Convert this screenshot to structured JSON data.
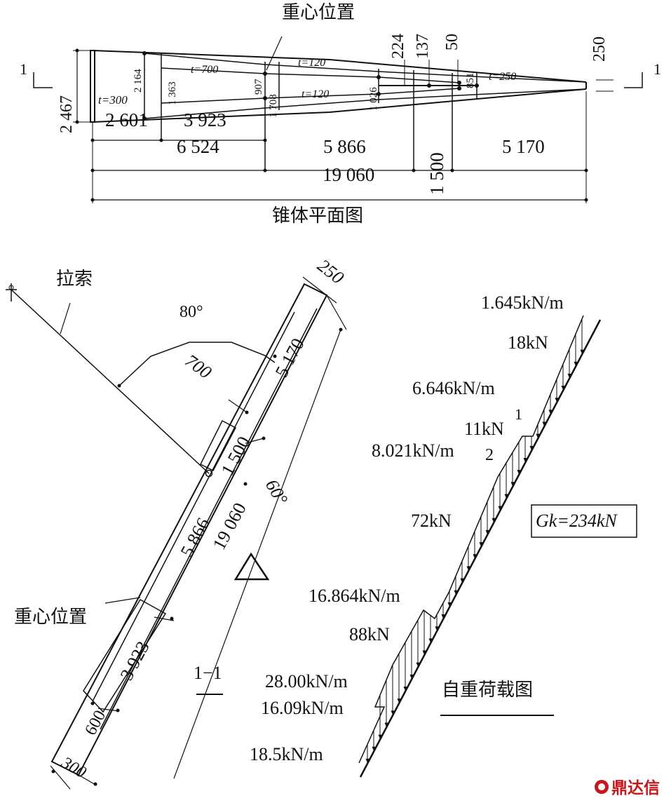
{
  "plan": {
    "title": "锥体平面图",
    "cg_label": "重心位置",
    "section_mark_left": "1",
    "section_mark_right": "1",
    "width_total": "2 467",
    "thick_300": "t=300",
    "thick_700": "t=700",
    "thick_120_top": "t=120",
    "thick_120_bottom": "t=120",
    "thick_250": "t=250",
    "dim_2164": "2 164",
    "dim_1363": "1 363",
    "dim_907": "907",
    "dim_1708": "1 708",
    "dim_1026": "1 026",
    "dim_851": "851",
    "dim_224": "224",
    "dim_137": "137",
    "dim_50": "50",
    "dim_250": "250",
    "dim_2601": "2 601",
    "dim_3923": "3 923",
    "dim_6524": "6 524",
    "dim_5866": "5 866",
    "dim_1500": "1 500",
    "dim_5170": "5 170",
    "dim_19060": "19 060"
  },
  "section": {
    "cable_label": "拉索",
    "angle_80": "80°",
    "angle_60": "60°",
    "dim_700": "700",
    "dim_250": "250",
    "dim_5170": "5 170",
    "dim_1500": "1 500",
    "dim_5866": "5 866",
    "dim_19060": "19 060",
    "dim_3923": "3 923",
    "dim_600": "600",
    "dim_300": "300",
    "cg_label": "重心位置",
    "section_title": "1−1"
  },
  "load": {
    "title": "自重荷载图",
    "q1": "1.645kN/m",
    "p1": "18kN",
    "q2": "6.646kN/m",
    "p2": "11kN",
    "mark1": "1",
    "q3": "8.021kN/m",
    "mark2": "2",
    "p3": "72kN",
    "gk": "Gk=234kN",
    "q4": "16.864kN/m",
    "p4": "88kN",
    "q5": "28.00kN/m",
    "q6": "16.09kN/m",
    "q7": "18.5kN/m"
  },
  "watermark": "鼎达信"
}
